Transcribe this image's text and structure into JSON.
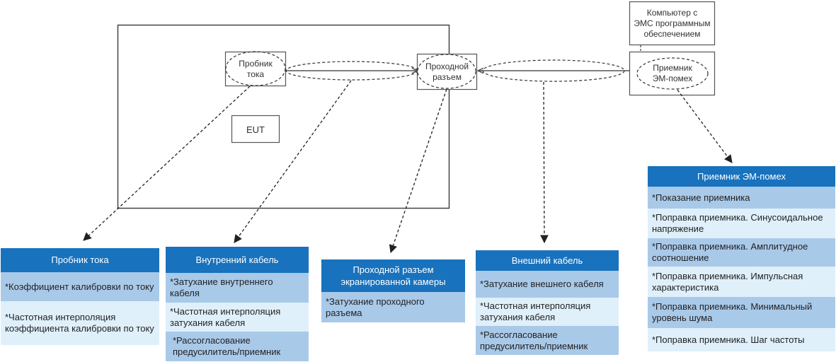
{
  "diagram": {
    "nodes": {
      "probe": "Пробник тока",
      "eut": "EUT",
      "feedthrough": "Проходной разъем",
      "receiver": "Приемник ЭМ-помех",
      "computer": "Компьютер с ЭМС программным обеспечением"
    },
    "node_lines": {
      "probe": [
        "Пробник",
        "тока"
      ],
      "feedthrough": [
        "Проходной",
        "разъем"
      ],
      "receiver": [
        "Приемник",
        "ЭМ-помех"
      ],
      "computer": [
        "Компьютер с",
        "ЭМС программным",
        "обеспечением"
      ]
    },
    "colors": {
      "header": "#1872bd",
      "row_dark": "#a9c9e9",
      "row_light": "#dff0fb",
      "line": "#444444"
    }
  },
  "tables": [
    {
      "title": "Пробник тока",
      "rows": [
        "*Коэффициент калибровки по току",
        "*Частотная интерполяция коэффициента калибровки по току"
      ]
    },
    {
      "title": "Внутренний кабель",
      "rows": [
        "*Затухание внутреннего кабеля",
        "*Частотная интерполяция затухания кабеля",
        "*Рассогласование предусилитель/приемник"
      ]
    },
    {
      "title": "Проходной разъем экранированной камеры",
      "rows": [
        "*Затухание проходного разъема"
      ]
    },
    {
      "title": "Внешний кабель",
      "rows": [
        "*Затухание внешнего кабеля",
        "*Частотная интерполяция затухания кабеля",
        "*Рассогласование предусилитель/приемник"
      ]
    },
    {
      "title": "Приемник ЭМ-помех",
      "rows": [
        "*Показание приемника",
        "*Поправка приемника. Синусоидальное напряжение",
        "*Поправка приемника. Амплитудное соотношение",
        "*Поправка приемника. Импульсная характеристика",
        "*Поправка приемника. Минимальный уровень шума",
        "*Поправка приемника. Шаг частоты"
      ]
    }
  ]
}
